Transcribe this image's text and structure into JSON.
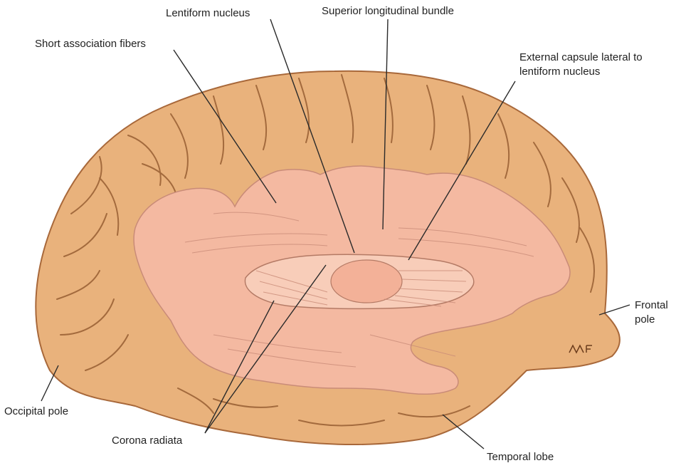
{
  "labels": {
    "lentiform_nucleus": "Lentiform nucleus",
    "superior_longitudinal_bundle": "Superior longitudinal bundle",
    "short_association_fibers": "Short association fibers",
    "external_capsule": "External capsule lateral to lentiform nucleus",
    "frontal_pole": "Frontal pole",
    "occipital_pole": "Occipital pole",
    "corona_radiata": "Corona radiata",
    "temporal_lobe": "Temporal lobe",
    "artist_signature": "MF"
  },
  "colors": {
    "cortex_fill": "#e9b27c",
    "cortex_shadow": "#b9783f",
    "sulcus": "#8c5328",
    "white_matter": "#f4b9a1",
    "white_matter_light": "#f8cdb9",
    "fiber_line": "#c98b78",
    "leader_line": "#2a2a2a"
  }
}
